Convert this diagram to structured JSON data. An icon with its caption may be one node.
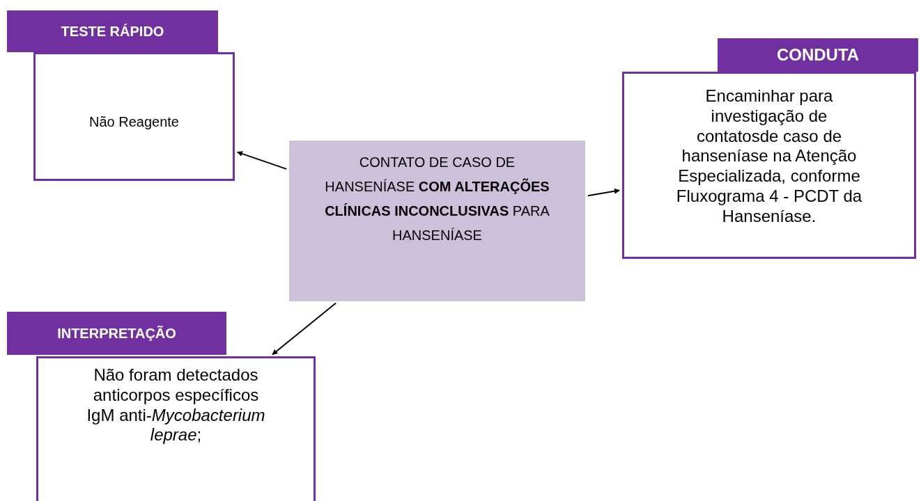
{
  "diagram": {
    "nodes": [
      {
        "text": [
          "TESTE RÁPIDO",
          "Não Reagente"
        ]
      },
      {
        "text": [
          "CONDUTA",
          "Encaminhar para investigação de contatosde caso de hanseníase na Atenção Especializada, conforme Fluxograma 4 - PCDT da Hanseníase."
        ]
      },
      {
        "text": [
          "CONTATO DE CASO DE HANSENÍASE **COM ALTERAÇÕES CLÍNICAS INCONCLUSIVAS** PARA HANSENÍASE"
        ]
      },
      {
        "text": [
          "INTERPRETAÇÃO",
          "Não foram detectados anticorpos específicos IgM anti-*Mycobacterium leprae*;"
        ]
      }
    ],
    "edges": [
      {
        "from": 2,
        "to": 0,
        "arrow": "to"
      },
      {
        "from": 2,
        "to": 1,
        "arrow": "to"
      },
      {
        "from": 2,
        "to": 3,
        "arrow": "to"
      }
    ]
  }
}
